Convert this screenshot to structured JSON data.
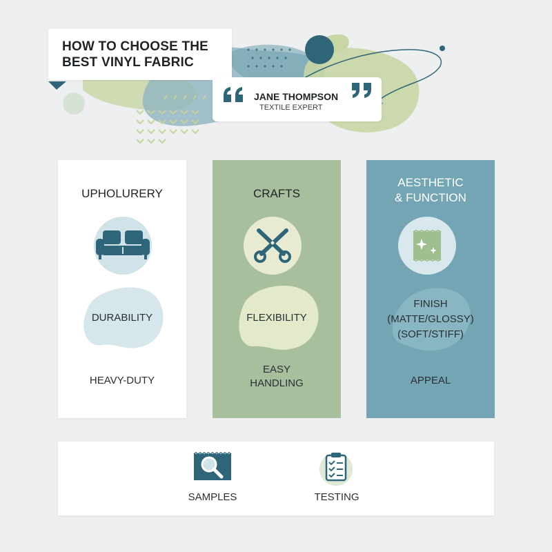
{
  "header": {
    "title_line1": "HOW TO CHOOSE THE",
    "title_line2": "BEST VINYL FABRIC"
  },
  "quote": {
    "name": "JANE THOMPSON",
    "role": "TEXTILE EXPERT"
  },
  "columns": [
    {
      "title": "UPHOLURERY",
      "icon": "sofa-icon",
      "property": "DURABILITY",
      "note": "HEAVY-DUTY"
    },
    {
      "title": "CRAFTS",
      "icon": "scissors-icon",
      "property": "FLEXIBILITY",
      "note_line1": "EASY",
      "note_line2": "HANDLING"
    },
    {
      "title_line1": "AESTHETIC",
      "title_line2": "& FUNCTION",
      "icon": "fabric-swatch-icon",
      "property_line1": "FINISH",
      "property_line2": "(MATTE/GLOSSY)",
      "property_line3": "(SOFT/STIFF)",
      "note": "APPEAL"
    }
  ],
  "tools": [
    {
      "label": "SAMPLES",
      "icon": "magnifier-swatch-icon"
    },
    {
      "label": "TESTING",
      "icon": "clipboard-checklist-icon"
    }
  ],
  "colors": {
    "teal_dark": "#2f6579",
    "teal_mid": "#73a5b5",
    "sage": "#a7bf9d",
    "sage_light": "#c8d6a5",
    "background": "#eeeff0"
  }
}
